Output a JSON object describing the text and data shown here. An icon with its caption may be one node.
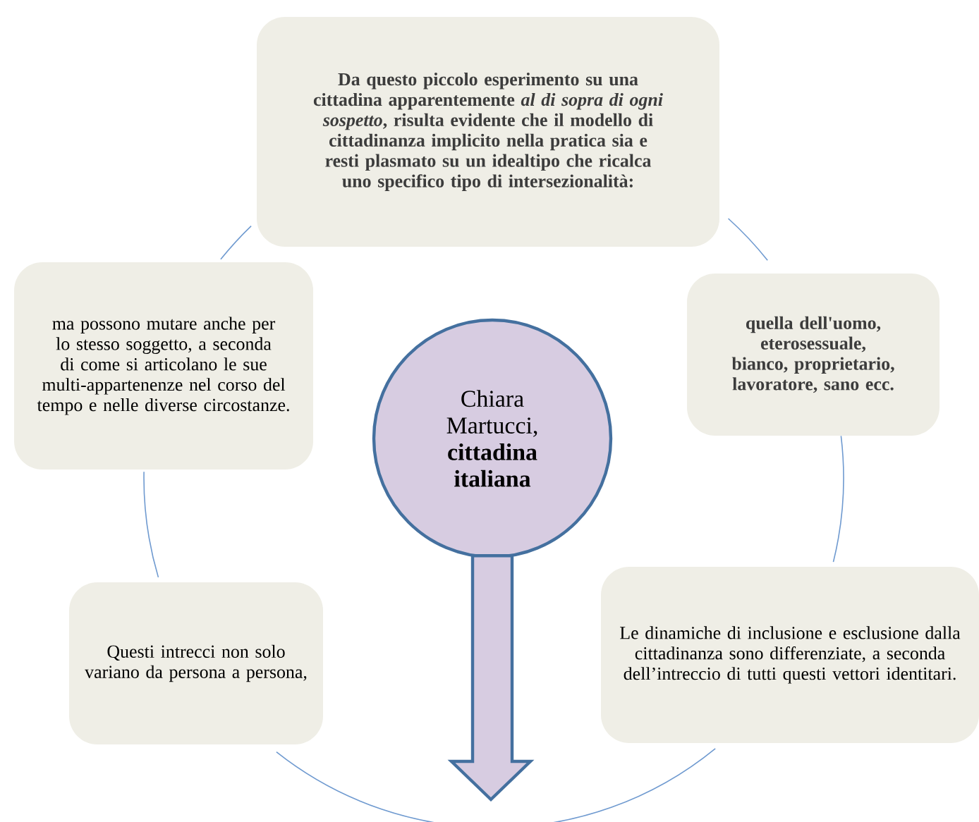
{
  "diagram": {
    "nodes": [
      {
        "text": [
          "Da questo piccolo esperimento su una cittadina apparentemente *al di sopra di ogni sospetto*, risulta evidente che il modello di cittadinanza implicito nella pratica sia e resti plasmato su un idealtipo che ricalca uno specifico tipo di intersezionalità:"
        ]
      },
      {
        "text": [
          "ma possono mutare anche per lo stesso soggetto, a  seconda di come si articolano le sue multi-appartenenze nel corso del tempo e nelle diverse circostanze."
        ]
      },
      {
        "text": [
          "quella dell'uomo, eterosessuale, bianco, proprietario, lavoratore, sano ecc."
        ]
      },
      {
        "text": [
          "Chiara Martucci, **cittadina italiana**"
        ]
      },
      {
        "text": [
          "Le dinamiche di inclusione e esclusione dalla cittadinanza sono differenziate, a seconda dell’intreccio di tutti questi vettori identitari."
        ]
      },
      {
        "text": [
          "Questi intrecci non solo variano da persona a persona,"
        ]
      }
    ],
    "edges": [
      {
        "from": 0,
        "to": 2,
        "arrow": "none"
      },
      {
        "from": 2,
        "to": 4,
        "arrow": "none"
      },
      {
        "from": 4,
        "to": 5,
        "arrow": "none"
      },
      {
        "from": 5,
        "to": 1,
        "arrow": "none"
      },
      {
        "from": 1,
        "to": 0,
        "arrow": "none"
      },
      {
        "from": 3,
        "to": null,
        "arrow": "to",
        "style": "thick"
      }
    ]
  }
}
